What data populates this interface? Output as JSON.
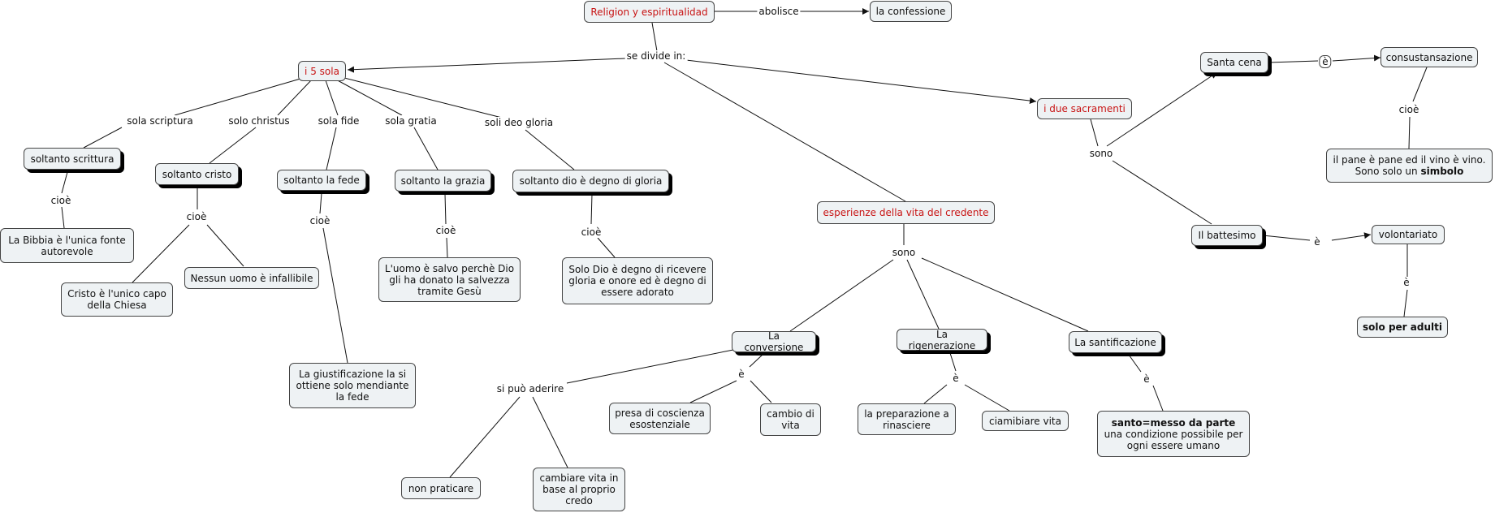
{
  "nodes": {
    "religion": "Religion y espiritualidad",
    "confessione": "la confessione",
    "cinque_sola": "i 5 sola",
    "sacramenti": "i due sacramenti",
    "esperienze": "esperienze della vita del credente",
    "santa_cena": "Santa cena",
    "consustansazione": "consustansazione",
    "pane_vino_1": "il pane è pane ed il vino è vino.",
    "pane_vino_2": "Sono solo un",
    "pane_vino_bold": "simbolo",
    "battesimo": "Il battesimo",
    "volontariato": "volontariato",
    "solo_adulti": "solo per adulti",
    "soltanto_scrittura": "soltanto scrittura",
    "bibbia": "La Bibbia è l'unica fonte autorevole",
    "soltanto_cristo": "soltanto cristo",
    "cristo_capo": "Cristo è l'unico capo della Chiesa",
    "nessun_uomo": "Nessun uomo è infallibile",
    "soltanto_fede": "soltanto la fede",
    "giustificazione": "La giustificazione la si ottiene solo mendiante la fede",
    "soltanto_grazia": "soltanto la grazia",
    "uomo_salvo": "L'uomo è salvo perchè Dio gli ha donato la salvezza tramite Gesù",
    "soltanto_dio": "soltanto dio è degno di gloria",
    "solo_dio": "Solo Dio è degno di ricevere gloria e onore ed è degno di essere adorato",
    "conversione": "La conversione",
    "rigenerazione": "La rigenerazione",
    "santificazione": "La santificazione",
    "presa_coscienza": "presa di coscienza esostenziale",
    "cambio_vita": "cambio di vita",
    "non_praticare": "non praticare",
    "cambiare_vita": "cambiare vita in base al proprio credo",
    "preparazione": "la preparazione a rinasciere",
    "ciamibiare": "ciamibiare vita",
    "santo_bold": "santo=messo da parte",
    "santo_rest": "una condizione possibile per ogni essere umano"
  },
  "labels": {
    "abolisce": "abolisce",
    "se_divide": "se divide in:",
    "sola_scriptura": "sola scriptura",
    "solo_christus": "solo christus",
    "sola_fide": "sola fide",
    "sola_gratia": "sola gratia",
    "soli_deo": "soli deo gloria",
    "cioe_scrittura": "cioè",
    "cioe_cristo": "cioè",
    "cioe_fede": "cioè",
    "cioe_grazia": "cioè",
    "cioe_dio": "cioè",
    "sono_esperienze": "sono",
    "sono_sacramenti": "sono",
    "e_santa_cena": "è",
    "cioe_consust": "cioè",
    "e_battesimo": "è",
    "e_volontariato": "è",
    "e_conversione": "è",
    "si_puo": "si può aderire",
    "e_rigenerazione": "è",
    "e_santificazione": "è"
  },
  "colors": {
    "accent": "#c81414",
    "node_fill": "#eef2f4",
    "line": "#111111"
  }
}
